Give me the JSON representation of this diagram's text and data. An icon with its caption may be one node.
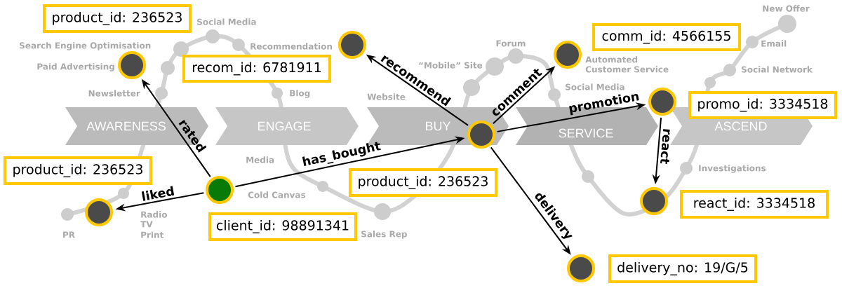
{
  "diagram": {
    "nodes": [
      {
        "text": [
          "product_id: 236523"
        ]
      },
      {
        "text": [],
        "shape": "circle"
      },
      {
        "text": [
          "recom_id: 6781911"
        ]
      },
      {
        "text": [],
        "shape": "circle"
      },
      {
        "text": [
          "comm_id: 4566155"
        ]
      },
      {
        "text": [],
        "shape": "circle"
      },
      {
        "text": [
          "promo_id: 3334518"
        ]
      },
      {
        "text": [],
        "shape": "circle"
      },
      {
        "text": [],
        "shape": "circle"
      },
      {
        "text": [
          "product_id: 236523"
        ]
      },
      {
        "text": [
          "product_id: 236523"
        ]
      },
      {
        "text": [],
        "shape": "circle"
      },
      {
        "text": [],
        "shape": "circle"
      },
      {
        "text": [
          "client_id: 98891341"
        ]
      },
      {
        "text": [],
        "shape": "circle"
      },
      {
        "text": [
          "react_id: 3334518"
        ]
      },
      {
        "text": [],
        "shape": "circle"
      },
      {
        "text": [
          "delivery_no: 19/G/5"
        ]
      }
    ],
    "edges": [
      {
        "from": 11,
        "to": 1,
        "arrow": "to",
        "label": "rated"
      },
      {
        "from": 11,
        "to": 12,
        "arrow": "to",
        "label": "liked"
      },
      {
        "from": 11,
        "to": 8,
        "arrow": "to",
        "label": "has_bought"
      },
      {
        "from": 8,
        "to": 3,
        "arrow": "to",
        "label": "recommend"
      },
      {
        "from": 8,
        "to": 5,
        "arrow": "to",
        "label": "comment"
      },
      {
        "from": 8,
        "to": 7,
        "arrow": "to",
        "label": "promotion"
      },
      {
        "from": 7,
        "to": 14,
        "arrow": "to",
        "label": "react"
      },
      {
        "from": 8,
        "to": 16,
        "arrow": "to",
        "label": "delivery"
      }
    ],
    "labels": [
      "New Offer",
      "Social Media",
      "Search Engine Optimisation",
      "Recommendation",
      "Forum",
      "Email",
      "Paid Advertising",
      "“Mobile” Site",
      "Automated Customer Service",
      "Social Network",
      "Newsletter",
      "Blog",
      "Website",
      "Social Media",
      "AWARENESS",
      "ENGAGE",
      "BUY",
      "SERVICE",
      "ASCEND",
      "Media",
      "Investigations",
      "Cold Canvas",
      "Radio",
      "TV",
      "PR",
      "Print",
      "Sales Rep"
    ]
  }
}
